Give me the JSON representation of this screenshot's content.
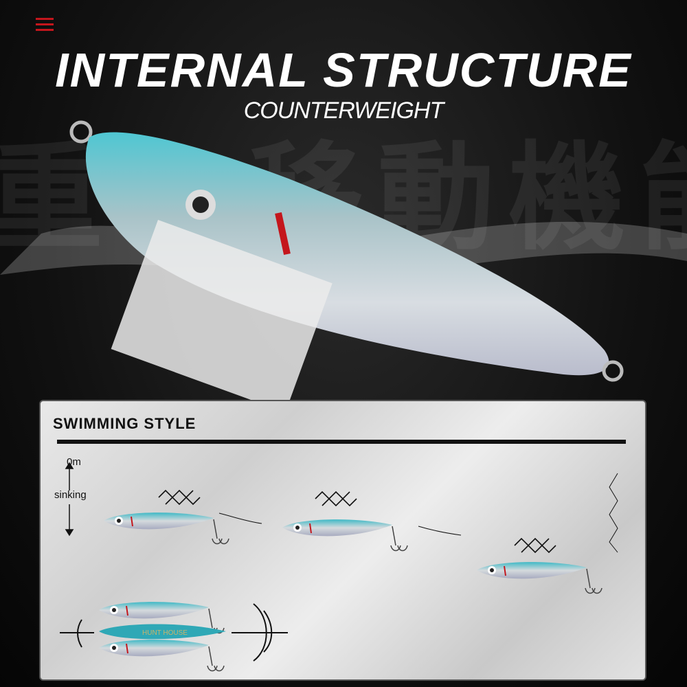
{
  "header": {
    "menu_icon": "hamburger-menu-icon",
    "menu_color": "#c4161c",
    "title": "INTERNAL STRUCTURE",
    "subtitle": "COUNTERWEIGHT"
  },
  "background": {
    "watermark": "重心移動機能 遠く飛ぶ機能"
  },
  "swimming_style": {
    "title": "SWIMMING STYLE",
    "depth_top_label": "0m",
    "depth_label": "sinking",
    "brand_on_lure": "HUNT HOUSE"
  },
  "colors": {
    "lure_body": "#3fb9c6",
    "accent_red": "#c4161c"
  }
}
